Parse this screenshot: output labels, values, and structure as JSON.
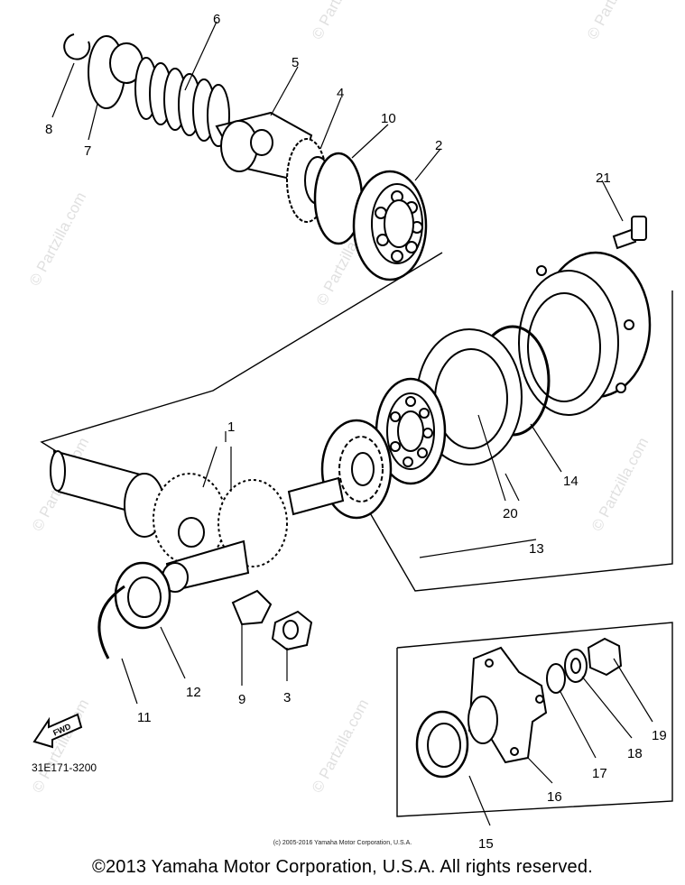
{
  "diagram": {
    "part_code": "31E171-3200",
    "front_arrow_label": "FWD",
    "copyright_small": "(c) 2005-2016 Yamaha Motor Corporation, U.S.A.",
    "copyright_main": "©2013 Yamaha Motor Corporation, U.S.A. All rights reserved.",
    "watermark_text": "© Partzilla.com",
    "callouts": [
      "1",
      "2",
      "3",
      "4",
      "5",
      "6",
      "7",
      "8",
      "9",
      "10",
      "11",
      "12",
      "13",
      "14",
      "15",
      "16",
      "17",
      "18",
      "19",
      "20",
      "21"
    ]
  }
}
